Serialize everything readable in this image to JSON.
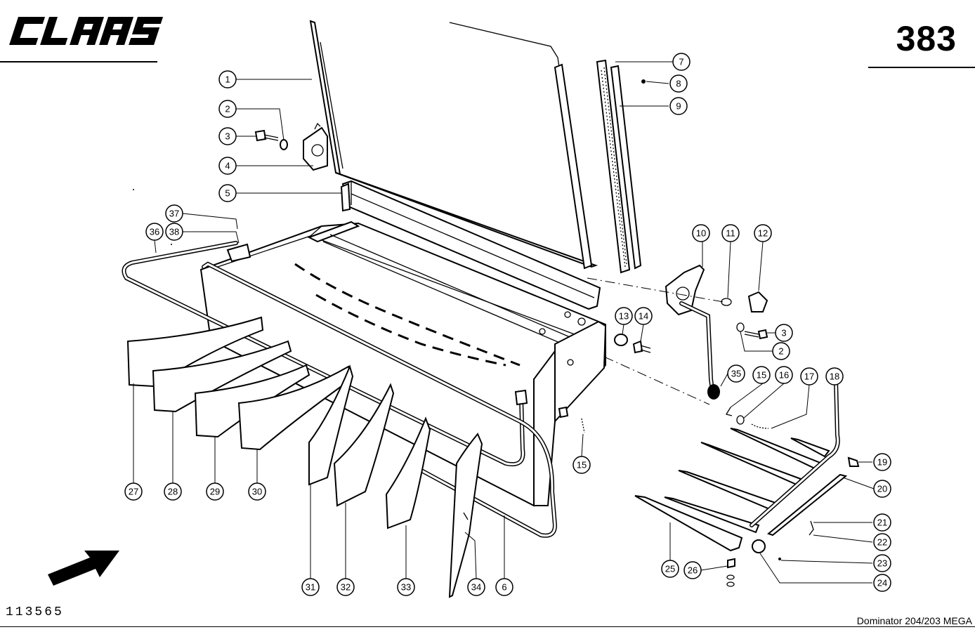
{
  "header": {
    "brand": "CLAAS",
    "page_number": "383"
  },
  "footer": {
    "drawing_number": "113565",
    "model": "Dominator 204/203 MEGA"
  },
  "callouts": [
    {
      "id": "c1",
      "label": "1"
    },
    {
      "id": "c2",
      "label": "2"
    },
    {
      "id": "c3",
      "label": "3"
    },
    {
      "id": "c4",
      "label": "4"
    },
    {
      "id": "c5",
      "label": "5"
    },
    {
      "id": "c7",
      "label": "7"
    },
    {
      "id": "c8",
      "label": "8"
    },
    {
      "id": "c9",
      "label": "9"
    },
    {
      "id": "c10",
      "label": "10"
    },
    {
      "id": "c11",
      "label": "11"
    },
    {
      "id": "c12",
      "label": "12"
    },
    {
      "id": "c13",
      "label": "13"
    },
    {
      "id": "c14",
      "label": "14"
    },
    {
      "id": "c3b",
      "label": "3"
    },
    {
      "id": "c2b",
      "label": "2"
    },
    {
      "id": "c35",
      "label": "35"
    },
    {
      "id": "c15a",
      "label": "15"
    },
    {
      "id": "c16",
      "label": "16"
    },
    {
      "id": "c17",
      "label": "17"
    },
    {
      "id": "c18",
      "label": "18"
    },
    {
      "id": "c15b",
      "label": "15"
    },
    {
      "id": "c19",
      "label": "19"
    },
    {
      "id": "c20",
      "label": "20"
    },
    {
      "id": "c21",
      "label": "21"
    },
    {
      "id": "c22",
      "label": "22"
    },
    {
      "id": "c23",
      "label": "23"
    },
    {
      "id": "c24",
      "label": "24"
    },
    {
      "id": "c25",
      "label": "25"
    },
    {
      "id": "c26",
      "label": "26"
    },
    {
      "id": "c37",
      "label": "37"
    },
    {
      "id": "c38",
      "label": "38"
    },
    {
      "id": "c36",
      "label": "36"
    },
    {
      "id": "c27",
      "label": "27"
    },
    {
      "id": "c28",
      "label": "28"
    },
    {
      "id": "c29",
      "label": "29"
    },
    {
      "id": "c30",
      "label": "30"
    },
    {
      "id": "c31",
      "label": "31"
    },
    {
      "id": "c32",
      "label": "32"
    },
    {
      "id": "c33",
      "label": "33"
    },
    {
      "id": "c34",
      "label": "34"
    },
    {
      "id": "c6",
      "label": "6"
    }
  ]
}
